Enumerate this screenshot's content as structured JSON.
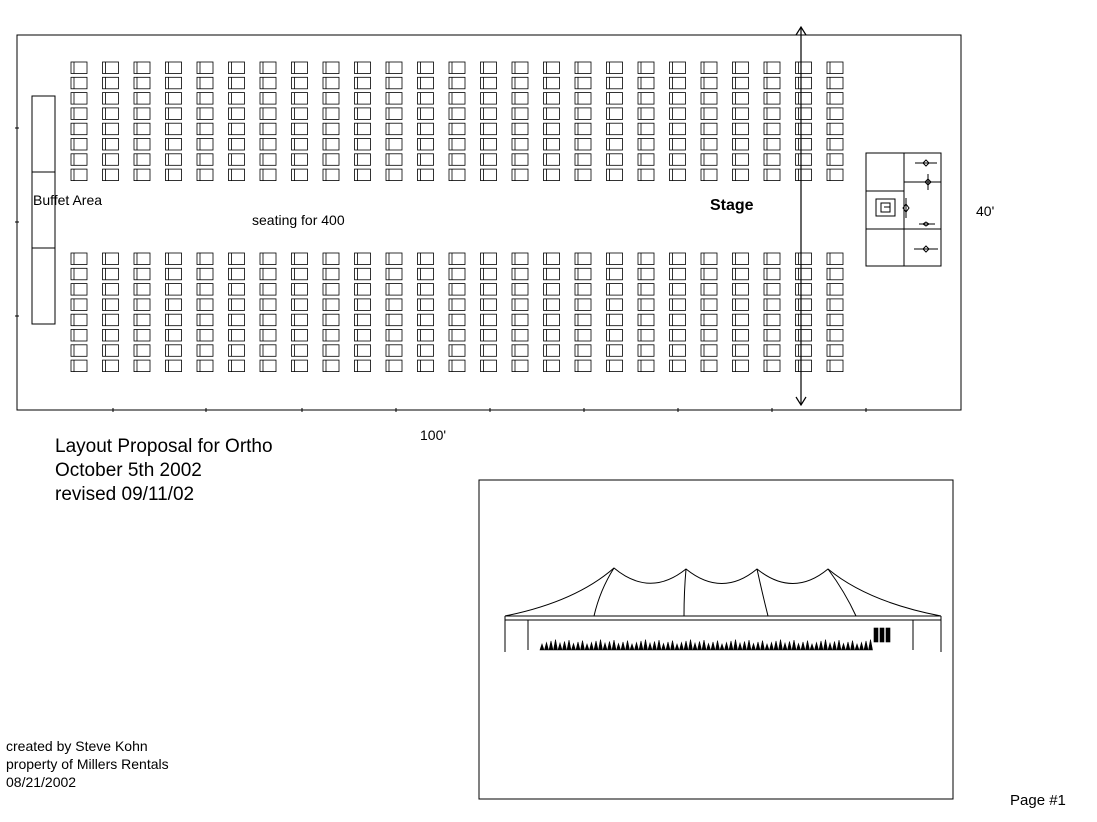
{
  "plan": {
    "buffet_label": "Buffet Area",
    "seating_label": "seating for 400",
    "stage_label": "Stage",
    "width_dimension": "100'",
    "depth_dimension": "40'"
  },
  "title_block": {
    "line1": "Layout Proposal for Ortho",
    "line2": "October 5th 2002",
    "line3": "revised 09/11/02"
  },
  "credits": {
    "line1": "created by Steve Kohn",
    "line2": "property of Millers Rentals",
    "line3": "08/21/2002"
  },
  "page": {
    "number_label": "Page #1"
  },
  "seating": {
    "blocks": 2,
    "columns_per_block": 25,
    "chairs_per_column": 8,
    "pairs_per_row": 2
  }
}
